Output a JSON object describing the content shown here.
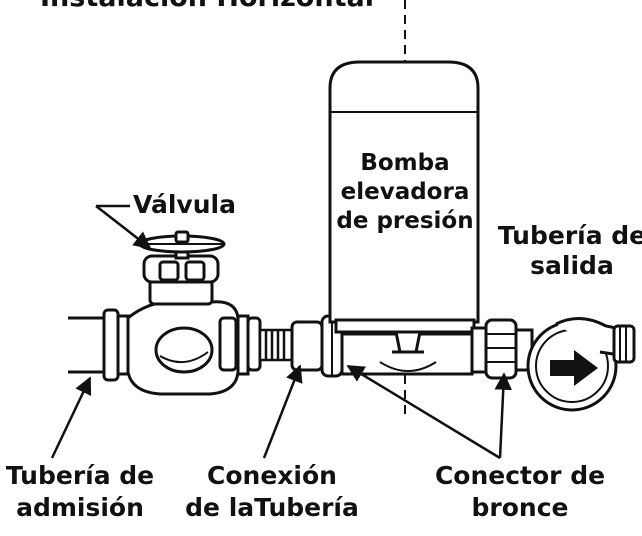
{
  "diagram": {
    "title": "Instalación Horizontal",
    "labels": {
      "valve": "Válvula",
      "pump": [
        "Bomba",
        "elevadora",
        "de presión"
      ],
      "outlet_pipe": [
        "Tubería de",
        "salida"
      ],
      "inlet_pipe": [
        "Tubería de",
        "admisión"
      ],
      "pipe_connection": [
        "Conexión",
        "de laTubería"
      ],
      "bronze_connector": [
        "Conector de",
        "bronce"
      ]
    },
    "colors": {
      "ink": "#111111",
      "paper": "#ffffff"
    }
  }
}
